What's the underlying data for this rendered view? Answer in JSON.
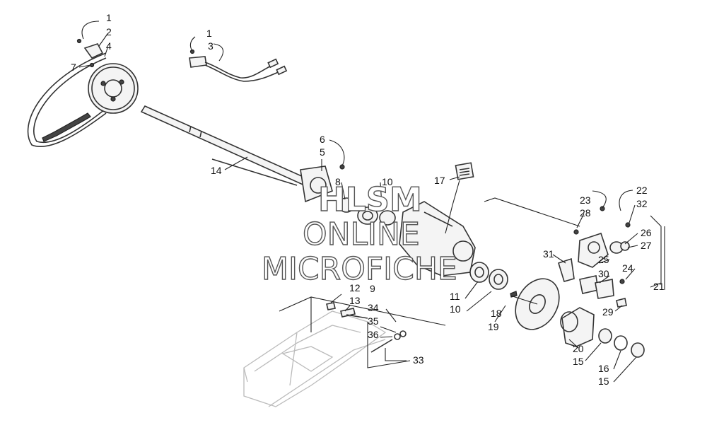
{
  "callouts": {
    "c1": "1",
    "c2": "2",
    "c4": "4",
    "c7": "7",
    "c1b": "1",
    "c3": "3",
    "c6": "6",
    "c5": "5",
    "c14": "14",
    "c8": "8",
    "c10a": "10",
    "c17": "17",
    "c9": "9",
    "c11": "11",
    "c10b": "10",
    "c12": "12",
    "c13": "13",
    "c34": "34",
    "c35": "35",
    "c36": "36",
    "c33": "33",
    "c18": "18",
    "c19": "19",
    "c23": "23",
    "c28": "28",
    "c22": "22",
    "c32": "32",
    "c26": "26",
    "c27": "27",
    "c25": "25",
    "c31": "31",
    "c30": "30",
    "c24": "24",
    "c21": "21",
    "c29": "29",
    "c20": "20",
    "c15a": "15",
    "c16": "16",
    "c15b": "15"
  },
  "watermark": {
    "line1": "HLSM",
    "line2": "ONLINE",
    "line3": "MICROFICHE"
  }
}
